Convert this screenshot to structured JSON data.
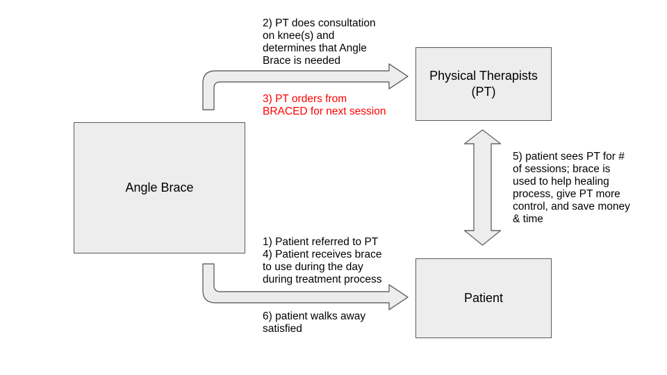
{
  "colors": {
    "canvas_bg": "#ffffff",
    "shape_fill": "#ededed",
    "shape_stroke": "#595959",
    "arrow_fill": "#ededed",
    "arrow_stroke": "#666666",
    "text": "#000000",
    "highlight_red": "#ff0000"
  },
  "nodes": [
    {
      "id": "angle-brace",
      "lines": [
        "Angle Brace"
      ]
    },
    {
      "id": "physical-therapists",
      "lines": [
        "Physical Therapists",
        "(PT)"
      ]
    },
    {
      "id": "patient",
      "lines": [
        "Patient"
      ]
    }
  ],
  "annotations": [
    {
      "id": "step-2",
      "color": "#000000",
      "lines": [
        "2) PT does consultation",
        "on knee(s) and",
        "determines that Angle",
        "Brace is needed"
      ]
    },
    {
      "id": "step-3",
      "color": "#ff0000",
      "lines": [
        "3) PT orders from",
        "BRACED for next session"
      ]
    },
    {
      "id": "steps-1-4",
      "color": "#000000",
      "lines": [
        "1) Patient referred to PT",
        "4) Patient receives brace",
        "to use during the day",
        "during treatment process"
      ]
    },
    {
      "id": "step-6",
      "color": "#000000",
      "lines": [
        "6) patient walks away",
        "satisfied"
      ]
    },
    {
      "id": "step-5",
      "color": "#000000",
      "lines": [
        "5) patient sees PT for #",
        "of sessions; brace is",
        "used to help healing",
        "process, give PT more",
        "control, and save money",
        "& time"
      ]
    }
  ],
  "arrows": [
    {
      "id": "angle-brace-to-pt",
      "from": "angle-brace",
      "to": "physical-therapists",
      "style": "bent-single-head"
    },
    {
      "id": "angle-brace-to-patient",
      "from": "angle-brace",
      "to": "patient",
      "style": "bent-single-head"
    },
    {
      "id": "pt-patient-two-way",
      "from": "physical-therapists",
      "to": "patient",
      "style": "straight-double-head"
    }
  ]
}
